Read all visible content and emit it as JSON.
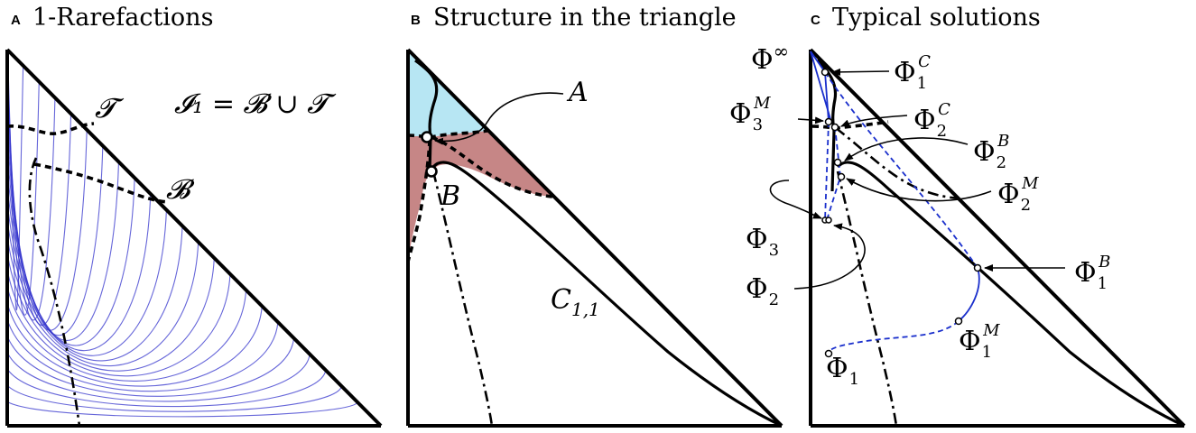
{
  "panels": [
    {
      "letter": "A",
      "title": "1-Rarefactions"
    },
    {
      "letter": "B",
      "title": "Structure in the triangle"
    },
    {
      "letter": "C",
      "title": "Typical solutions"
    }
  ],
  "panelA": {
    "equation": "𝓘₁ = 𝓑 ∪ 𝓣",
    "label_T": "𝓣",
    "label_B": "𝓑"
  },
  "panelB": {
    "label_A": "A",
    "label_B": "B",
    "label_C": "C",
    "label_C_sub": "1,1"
  },
  "panelC": {
    "labels": {
      "phi_inf": "Φ",
      "phi_inf_sup": "∞",
      "phi1C": "Φ",
      "phi1C_sub": "1",
      "phi1C_sup": "C",
      "phi2C": "Φ",
      "phi2C_sub": "2",
      "phi2C_sup": "C",
      "phi3M": "Φ",
      "phi3M_sub": "3",
      "phi3M_sup": "M",
      "phi2B": "Φ",
      "phi2B_sub": "2",
      "phi2B_sup": "B",
      "phi2M": "Φ",
      "phi2M_sub": "2",
      "phi2M_sup": "M",
      "phi3": "Φ",
      "phi3_sub": "3",
      "phi2": "Φ",
      "phi2_sub": "2",
      "phi1B": "Φ",
      "phi1B_sub": "1",
      "phi1B_sup": "B",
      "phi1M": "Φ",
      "phi1M_sub": "1",
      "phi1M_sup": "M",
      "phi1": "Φ",
      "phi1_sub": "1"
    }
  },
  "colors": {
    "flow_lines": "#3333cc",
    "region_top": "#b7e6f3",
    "region_middle": "#c68686",
    "solution_path": "#1a2fcc"
  }
}
